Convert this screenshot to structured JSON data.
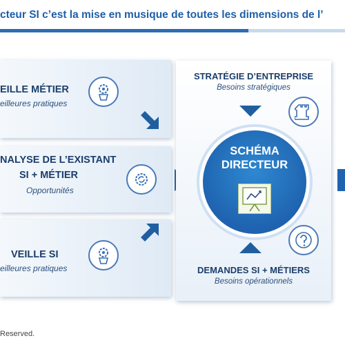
{
  "header": {
    "title": "cteur SI c’est la mise en musique de toutes les dimensions de l’"
  },
  "left_cards": [
    {
      "title": "EILLE MÉTIER",
      "subtitle": "eilleures pratiques",
      "icon": "gear-person-icon"
    },
    {
      "title": "NALYSE DE L’EXISTANT",
      "title2": "SI + MÉTIER",
      "subtitle": "Opportunités",
      "icon": "gear-cycle-icon"
    },
    {
      "title": "VEILLE SI",
      "subtitle": "eilleures pratiques",
      "icon": "gear-person-icon"
    }
  ],
  "center": {
    "top_title": "STRATÉGIE D’ENTREPRISE",
    "top_subtitle": "Besoins stratégiques",
    "main_line1": "SCHÉMA",
    "main_line2": "DIRECTEUR",
    "bottom_title": "DEMANDES SI + MÉTIERS",
    "bottom_subtitle": "Besoins opérationnels",
    "icons": [
      "chess-rook-icon",
      "presentation-board-icon",
      "question-icon"
    ]
  },
  "footer": {
    "text": "Reserved."
  },
  "colors": {
    "primary_blue": "#1f63b0",
    "dark_text": "#1b3e6a",
    "arrow_blue": "#1f5fa0"
  }
}
